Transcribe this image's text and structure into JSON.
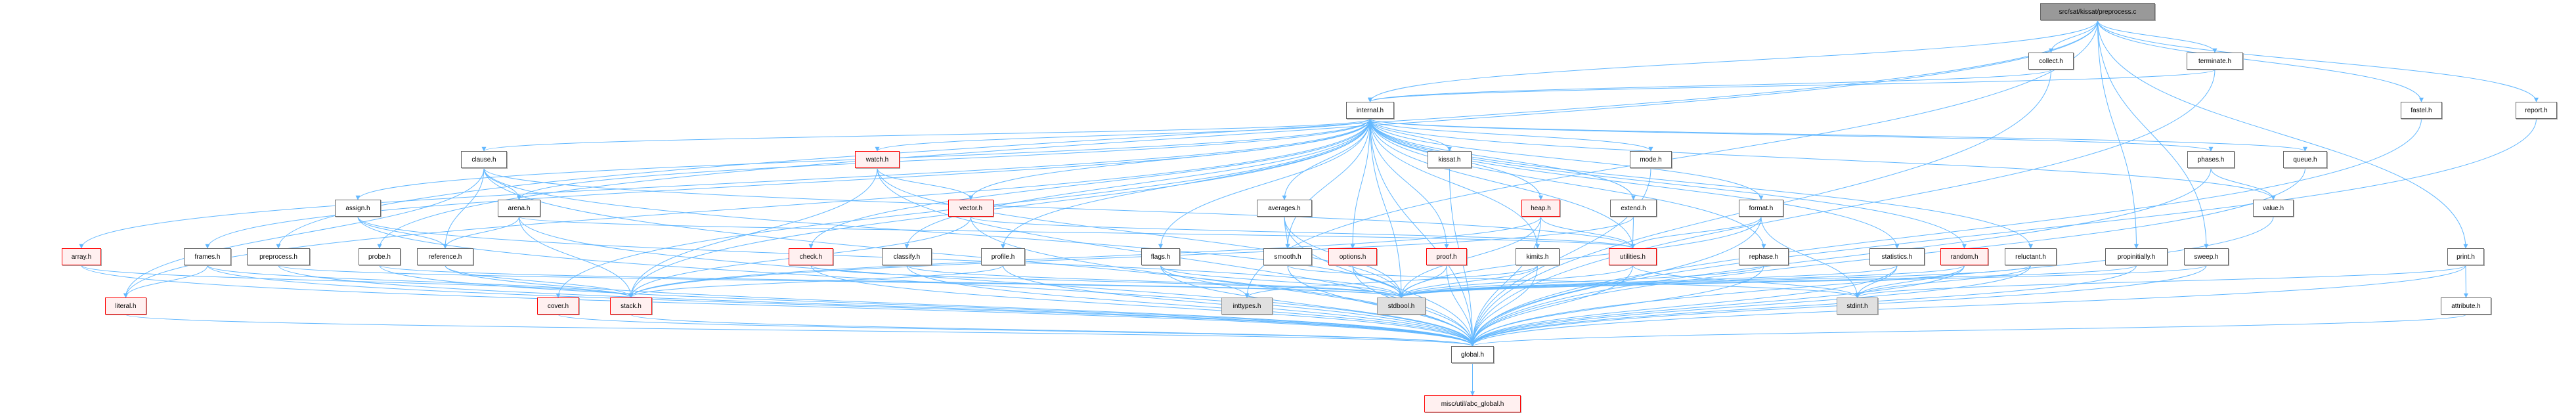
{
  "graph": {
    "edge_color": "#63b8ff",
    "nodes": {
      "root": {
        "label": "src/sat/kissat/preprocess.c",
        "kind": "root"
      },
      "collect": {
        "label": "collect.h",
        "kind": "normal"
      },
      "terminate": {
        "label": "terminate.h",
        "kind": "normal"
      },
      "fastel": {
        "label": "fastel.h",
        "kind": "normal"
      },
      "report": {
        "label": "report.h",
        "kind": "normal"
      },
      "internal": {
        "label": "internal.h",
        "kind": "normal"
      },
      "clause": {
        "label": "clause.h",
        "kind": "normal"
      },
      "watch": {
        "label": "watch.h",
        "kind": "red"
      },
      "kissat": {
        "label": "kissat.h",
        "kind": "normal"
      },
      "mode": {
        "label": "mode.h",
        "kind": "normal"
      },
      "phases": {
        "label": "phases.h",
        "kind": "normal"
      },
      "queue": {
        "label": "queue.h",
        "kind": "normal"
      },
      "assign": {
        "label": "assign.h",
        "kind": "normal"
      },
      "arena": {
        "label": "arena.h",
        "kind": "normal"
      },
      "vector": {
        "label": "vector.h",
        "kind": "red"
      },
      "averages": {
        "label": "averages.h",
        "kind": "normal"
      },
      "heap": {
        "label": "heap.h",
        "kind": "red"
      },
      "extend": {
        "label": "extend.h",
        "kind": "normal"
      },
      "format": {
        "label": "format.h",
        "kind": "normal"
      },
      "value": {
        "label": "value.h",
        "kind": "normal"
      },
      "array": {
        "label": "array.h",
        "kind": "red"
      },
      "frames": {
        "label": "frames.h",
        "kind": "normal"
      },
      "preprocess_h": {
        "label": "preprocess.h",
        "kind": "normal"
      },
      "probe": {
        "label": "probe.h",
        "kind": "normal"
      },
      "reference": {
        "label": "reference.h",
        "kind": "normal"
      },
      "check": {
        "label": "check.h",
        "kind": "red"
      },
      "classify": {
        "label": "classify.h",
        "kind": "normal"
      },
      "profile": {
        "label": "profile.h",
        "kind": "normal"
      },
      "flags": {
        "label": "flags.h",
        "kind": "normal"
      },
      "smooth": {
        "label": "smooth.h",
        "kind": "normal"
      },
      "options": {
        "label": "options.h",
        "kind": "red"
      },
      "proof": {
        "label": "proof.h",
        "kind": "red"
      },
      "kimits": {
        "label": "kimits.h",
        "kind": "normal"
      },
      "utilities": {
        "label": "utilities.h",
        "kind": "red"
      },
      "rephase": {
        "label": "rephase.h",
        "kind": "normal"
      },
      "statistics": {
        "label": "statistics.h",
        "kind": "normal"
      },
      "random": {
        "label": "random.h",
        "kind": "red"
      },
      "reluctant": {
        "label": "reluctant.h",
        "kind": "normal"
      },
      "propinitially": {
        "label": "propinitially.h",
        "kind": "normal"
      },
      "sweep": {
        "label": "sweep.h",
        "kind": "normal"
      },
      "print": {
        "label": "print.h",
        "kind": "normal"
      },
      "literal": {
        "label": "literal.h",
        "kind": "red"
      },
      "cover": {
        "label": "cover.h",
        "kind": "red"
      },
      "stack": {
        "label": "stack.h",
        "kind": "red"
      },
      "inttypes": {
        "label": "inttypes.h",
        "kind": "sys"
      },
      "stdbool": {
        "label": "stdbool.h",
        "kind": "sys"
      },
      "stdint": {
        "label": "stdint.h",
        "kind": "sys"
      },
      "attribute": {
        "label": "attribute.h",
        "kind": "normal"
      },
      "global": {
        "label": "global.h",
        "kind": "normal"
      },
      "abc_global": {
        "label": "misc/util/abc_global.h",
        "kind": "red"
      }
    },
    "edges": [
      [
        "root",
        "collect"
      ],
      [
        "root",
        "terminate"
      ],
      [
        "root",
        "fastel"
      ],
      [
        "root",
        "report"
      ],
      [
        "root",
        "print"
      ],
      [
        "root",
        "propinitially"
      ],
      [
        "root",
        "sweep"
      ],
      [
        "root",
        "internal"
      ],
      [
        "root",
        "preprocess_h"
      ],
      [
        "root",
        "probe"
      ],
      [
        "root",
        "inttypes"
      ],
      [
        "collect",
        "internal"
      ],
      [
        "collect",
        "global"
      ],
      [
        "terminate",
        "internal"
      ],
      [
        "terminate",
        "global"
      ],
      [
        "fastel",
        "global"
      ],
      [
        "report",
        "global"
      ],
      [
        "print",
        "attribute"
      ],
      [
        "print",
        "stdint"
      ],
      [
        "print",
        "global"
      ],
      [
        "propinitially",
        "stdbool"
      ],
      [
        "propinitially",
        "global"
      ],
      [
        "sweep",
        "stdbool"
      ],
      [
        "sweep",
        "global"
      ],
      [
        "internal",
        "arena"
      ],
      [
        "internal",
        "array"
      ],
      [
        "internal",
        "assign"
      ],
      [
        "internal",
        "averages"
      ],
      [
        "internal",
        "check"
      ],
      [
        "internal",
        "classify"
      ],
      [
        "internal",
        "clause"
      ],
      [
        "internal",
        "cover"
      ],
      [
        "internal",
        "extend"
      ],
      [
        "internal",
        "flags"
      ],
      [
        "internal",
        "format"
      ],
      [
        "internal",
        "frames"
      ],
      [
        "internal",
        "heap"
      ],
      [
        "internal",
        "kimits"
      ],
      [
        "internal",
        "kissat"
      ],
      [
        "internal",
        "literal"
      ],
      [
        "internal",
        "mode"
      ],
      [
        "internal",
        "options"
      ],
      [
        "internal",
        "phases"
      ],
      [
        "internal",
        "profile"
      ],
      [
        "internal",
        "proof"
      ],
      [
        "internal",
        "queue"
      ],
      [
        "internal",
        "random"
      ],
      [
        "internal",
        "reluctant"
      ],
      [
        "internal",
        "rephase"
      ],
      [
        "internal",
        "smooth"
      ],
      [
        "internal",
        "stack"
      ],
      [
        "internal",
        "statistics"
      ],
      [
        "internal",
        "value"
      ],
      [
        "internal",
        "vector"
      ],
      [
        "internal",
        "watch"
      ],
      [
        "internal",
        "global"
      ],
      [
        "internal",
        "stdbool"
      ],
      [
        "internal",
        "utilities"
      ],
      [
        "clause",
        "arena"
      ],
      [
        "clause",
        "reference"
      ],
      [
        "clause",
        "literal"
      ],
      [
        "clause",
        "utilities"
      ],
      [
        "clause",
        "stdbool"
      ],
      [
        "clause",
        "global"
      ],
      [
        "assign",
        "reference"
      ],
      [
        "assign",
        "stdbool"
      ],
      [
        "assign",
        "global"
      ],
      [
        "arena",
        "reference"
      ],
      [
        "arena",
        "stack"
      ],
      [
        "arena",
        "utilities"
      ],
      [
        "arena",
        "global"
      ],
      [
        "array",
        "stack"
      ],
      [
        "array",
        "global"
      ],
      [
        "frames",
        "literal"
      ],
      [
        "frames",
        "stack"
      ],
      [
        "frames",
        "global"
      ],
      [
        "preprocess_h",
        "stdbool"
      ],
      [
        "preprocess_h",
        "global"
      ],
      [
        "probe",
        "stdbool"
      ],
      [
        "probe",
        "global"
      ],
      [
        "reference",
        "stack"
      ],
      [
        "reference",
        "global"
      ],
      [
        "literal",
        "global"
      ],
      [
        "cover",
        "global"
      ],
      [
        "stack",
        "global"
      ],
      [
        "check",
        "stdbool"
      ],
      [
        "check",
        "global"
      ],
      [
        "watch",
        "vector"
      ],
      [
        "watch",
        "stack"
      ],
      [
        "watch",
        "stdbool"
      ],
      [
        "watch",
        "global"
      ],
      [
        "vector",
        "stack"
      ],
      [
        "vector",
        "utilities"
      ],
      [
        "vector",
        "global"
      ],
      [
        "averages",
        "smooth"
      ],
      [
        "averages",
        "stdbool"
      ],
      [
        "averages",
        "global"
      ],
      [
        "heap",
        "utilities"
      ],
      [
        "heap",
        "stdbool"
      ],
      [
        "heap",
        "global"
      ],
      [
        "heap",
        "stack"
      ],
      [
        "extend",
        "utilities"
      ],
      [
        "extend",
        "stack"
      ],
      [
        "classify",
        "stdbool"
      ],
      [
        "classify",
        "global"
      ],
      [
        "profile",
        "stack"
      ],
      [
        "profile",
        "global"
      ],
      [
        "flags",
        "inttypes"
      ],
      [
        "flags",
        "stdbool"
      ],
      [
        "flags",
        "global"
      ],
      [
        "smooth",
        "stdint"
      ],
      [
        "smooth",
        "global"
      ],
      [
        "options",
        "stdbool"
      ],
      [
        "options",
        "global"
      ],
      [
        "proof",
        "stdbool"
      ],
      [
        "proof",
        "global"
      ],
      [
        "kimits",
        "stdbool"
      ],
      [
        "kimits",
        "inttypes"
      ],
      [
        "kimits",
        "global"
      ],
      [
        "utilities",
        "stdbool"
      ],
      [
        "utilities",
        "stdint"
      ],
      [
        "utilities",
        "global"
      ],
      [
        "kissat",
        "global"
      ],
      [
        "mode",
        "global"
      ],
      [
        "format",
        "utilities"
      ],
      [
        "format",
        "stdbool"
      ],
      [
        "format",
        "stdint"
      ],
      [
        "format",
        "global"
      ],
      [
        "rephase",
        "stdbool"
      ],
      [
        "rephase",
        "global"
      ],
      [
        "statistics",
        "stdint"
      ],
      [
        "statistics",
        "stdbool"
      ],
      [
        "statistics",
        "global"
      ],
      [
        "random",
        "stdint"
      ],
      [
        "random",
        "stdbool"
      ],
      [
        "random",
        "global"
      ],
      [
        "reluctant",
        "stdint"
      ],
      [
        "reluctant",
        "stdbool"
      ],
      [
        "reluctant",
        "global"
      ],
      [
        "phases",
        "value"
      ],
      [
        "phases",
        "global"
      ],
      [
        "queue",
        "global"
      ],
      [
        "value",
        "global"
      ],
      [
        "attribute",
        "global"
      ],
      [
        "global",
        "abc_global"
      ]
    ]
  }
}
